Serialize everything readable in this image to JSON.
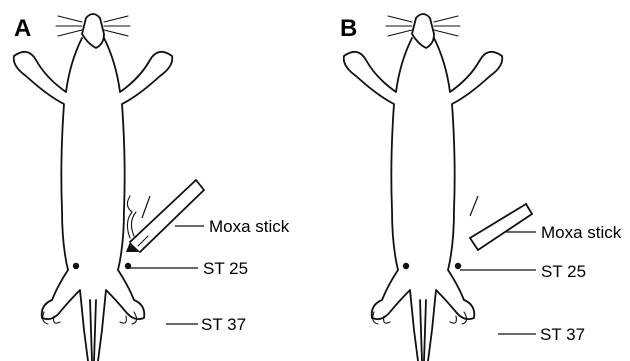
{
  "panels": [
    {
      "label": "A",
      "moxa_label": "Moxa stick",
      "point_upper": "ST 25",
      "point_lower": "ST 37",
      "moxa_lit": true
    },
    {
      "label": "B",
      "moxa_label": "Moxa stick",
      "point_upper": "ST 25",
      "point_lower": "ST 37",
      "moxa_lit": false
    }
  ],
  "colors": {
    "ink": "#111111",
    "background": "#ffffff"
  },
  "icons": [
    "rat-outline",
    "moxa-stick",
    "smoke-wisp",
    "acupoint-dot"
  ]
}
